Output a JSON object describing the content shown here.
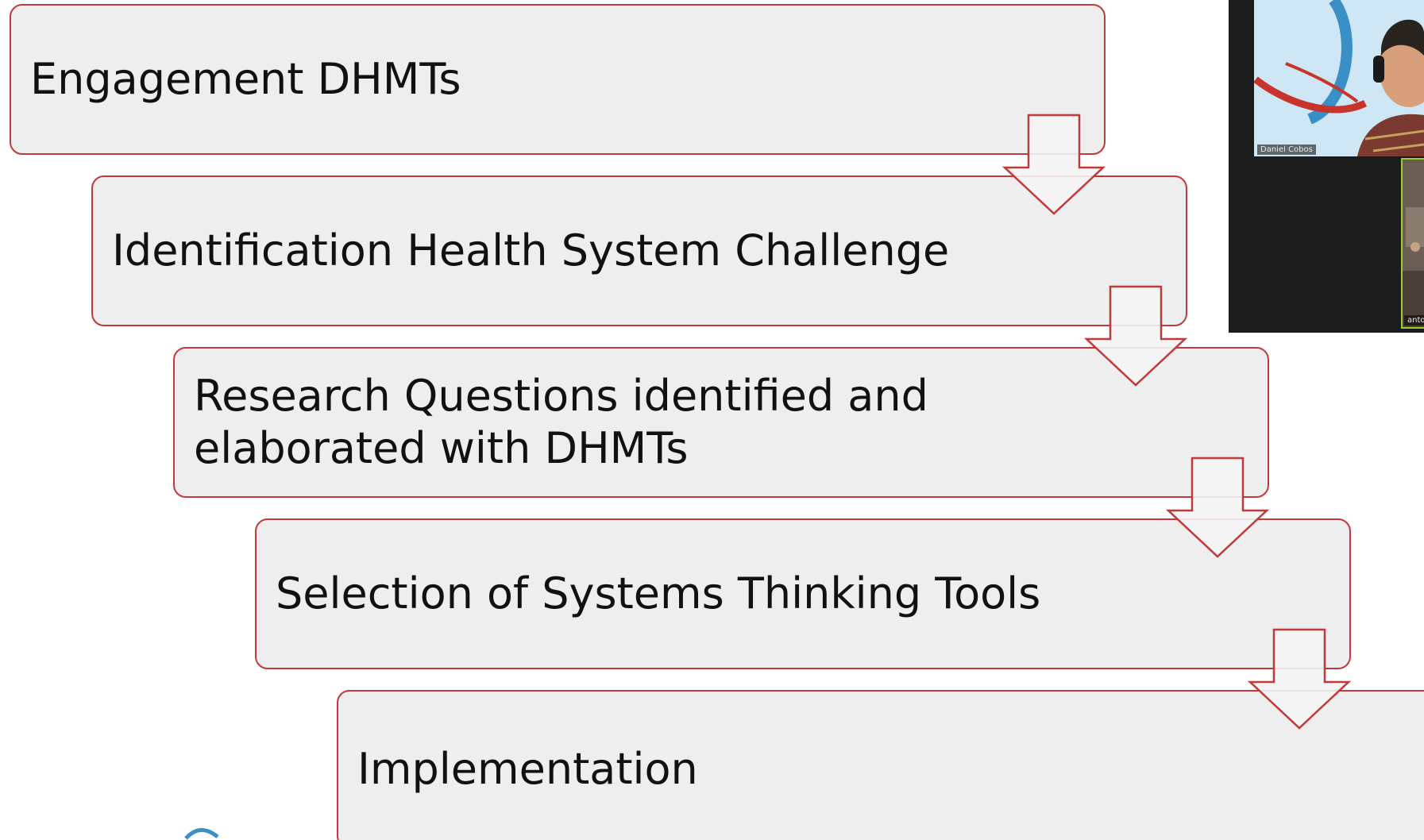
{
  "steps": [
    {
      "label": "Engagement DHMTs"
    },
    {
      "label": "Identification Health System Challenge"
    },
    {
      "label": "Research Questions identified and\nelaborated with DHMTs"
    },
    {
      "label": "Selection of Systems Thinking Tools"
    },
    {
      "label": "Implementation"
    }
  ],
  "colors": {
    "box_fill": "#eeeeee",
    "box_border": "#c0393b",
    "arrow_fill": "#f4f4f4",
    "arrow_stroke": "#c0393b"
  },
  "video_call": {
    "participants": [
      {
        "name": "Daniel Cobos",
        "icon": "person-with-headset"
      },
      {
        "name": "anto",
        "icon": "room-video"
      }
    ]
  }
}
